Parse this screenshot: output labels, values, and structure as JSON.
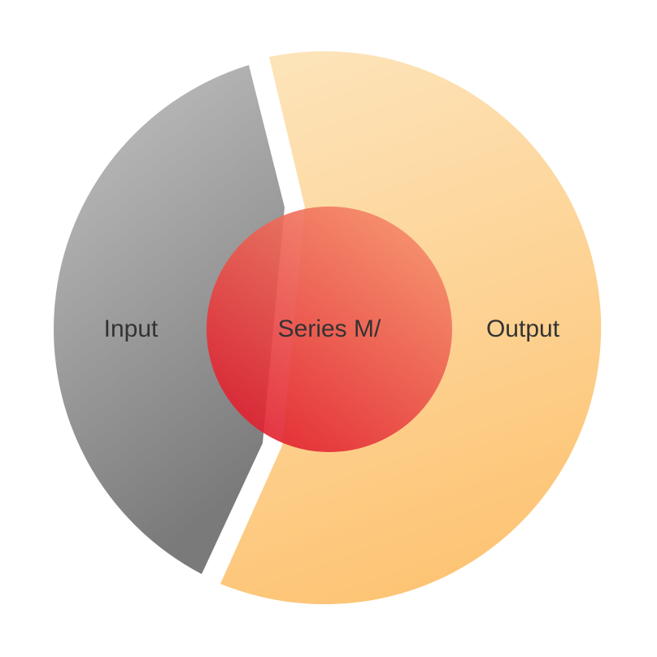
{
  "diagram": {
    "segments": [
      {
        "key": "input",
        "label": "Input"
      },
      {
        "key": "output",
        "label": "Output"
      }
    ],
    "center_label": "Series M/",
    "colors": {
      "input_gradient": [
        "#c4c4c4",
        "#7a7a7a"
      ],
      "output_gradient": [
        "#fde3b8",
        "#fdc372"
      ],
      "center_gradient": [
        "#f58c6a",
        "#e01a2c"
      ],
      "label_text": "#333333",
      "background": "#ffffff"
    }
  }
}
